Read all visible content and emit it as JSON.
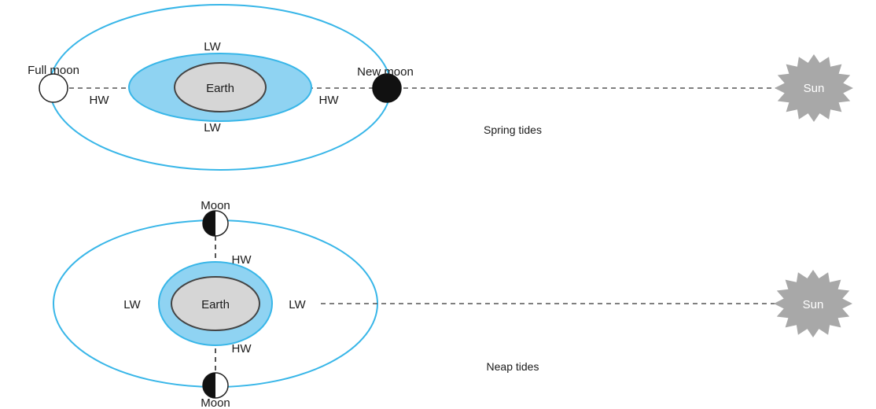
{
  "spring": {
    "caption": "Spring tides",
    "earth_label": "Earth",
    "lw_top": "LW",
    "lw_bottom": "LW",
    "hw_left": "HW",
    "hw_right": "HW",
    "full_moon_label": "Full moon",
    "new_moon_label": "New moon",
    "sun_label": "Sun"
  },
  "neap": {
    "caption": "Neap tides",
    "earth_label": "Earth",
    "lw_left": "LW",
    "lw_right": "LW",
    "hw_top": "HW",
    "hw_bottom": "HW",
    "moon_top_label": "Moon",
    "moon_bottom_label": "Moon",
    "sun_label": "Sun"
  },
  "colors": {
    "orbit": "#38b6e8",
    "tidal_bulge": "#8fd3f2",
    "earth": "#d6d6d6",
    "sun": "#a8a8a8",
    "moon_dark": "#111111",
    "line": "#555555"
  }
}
